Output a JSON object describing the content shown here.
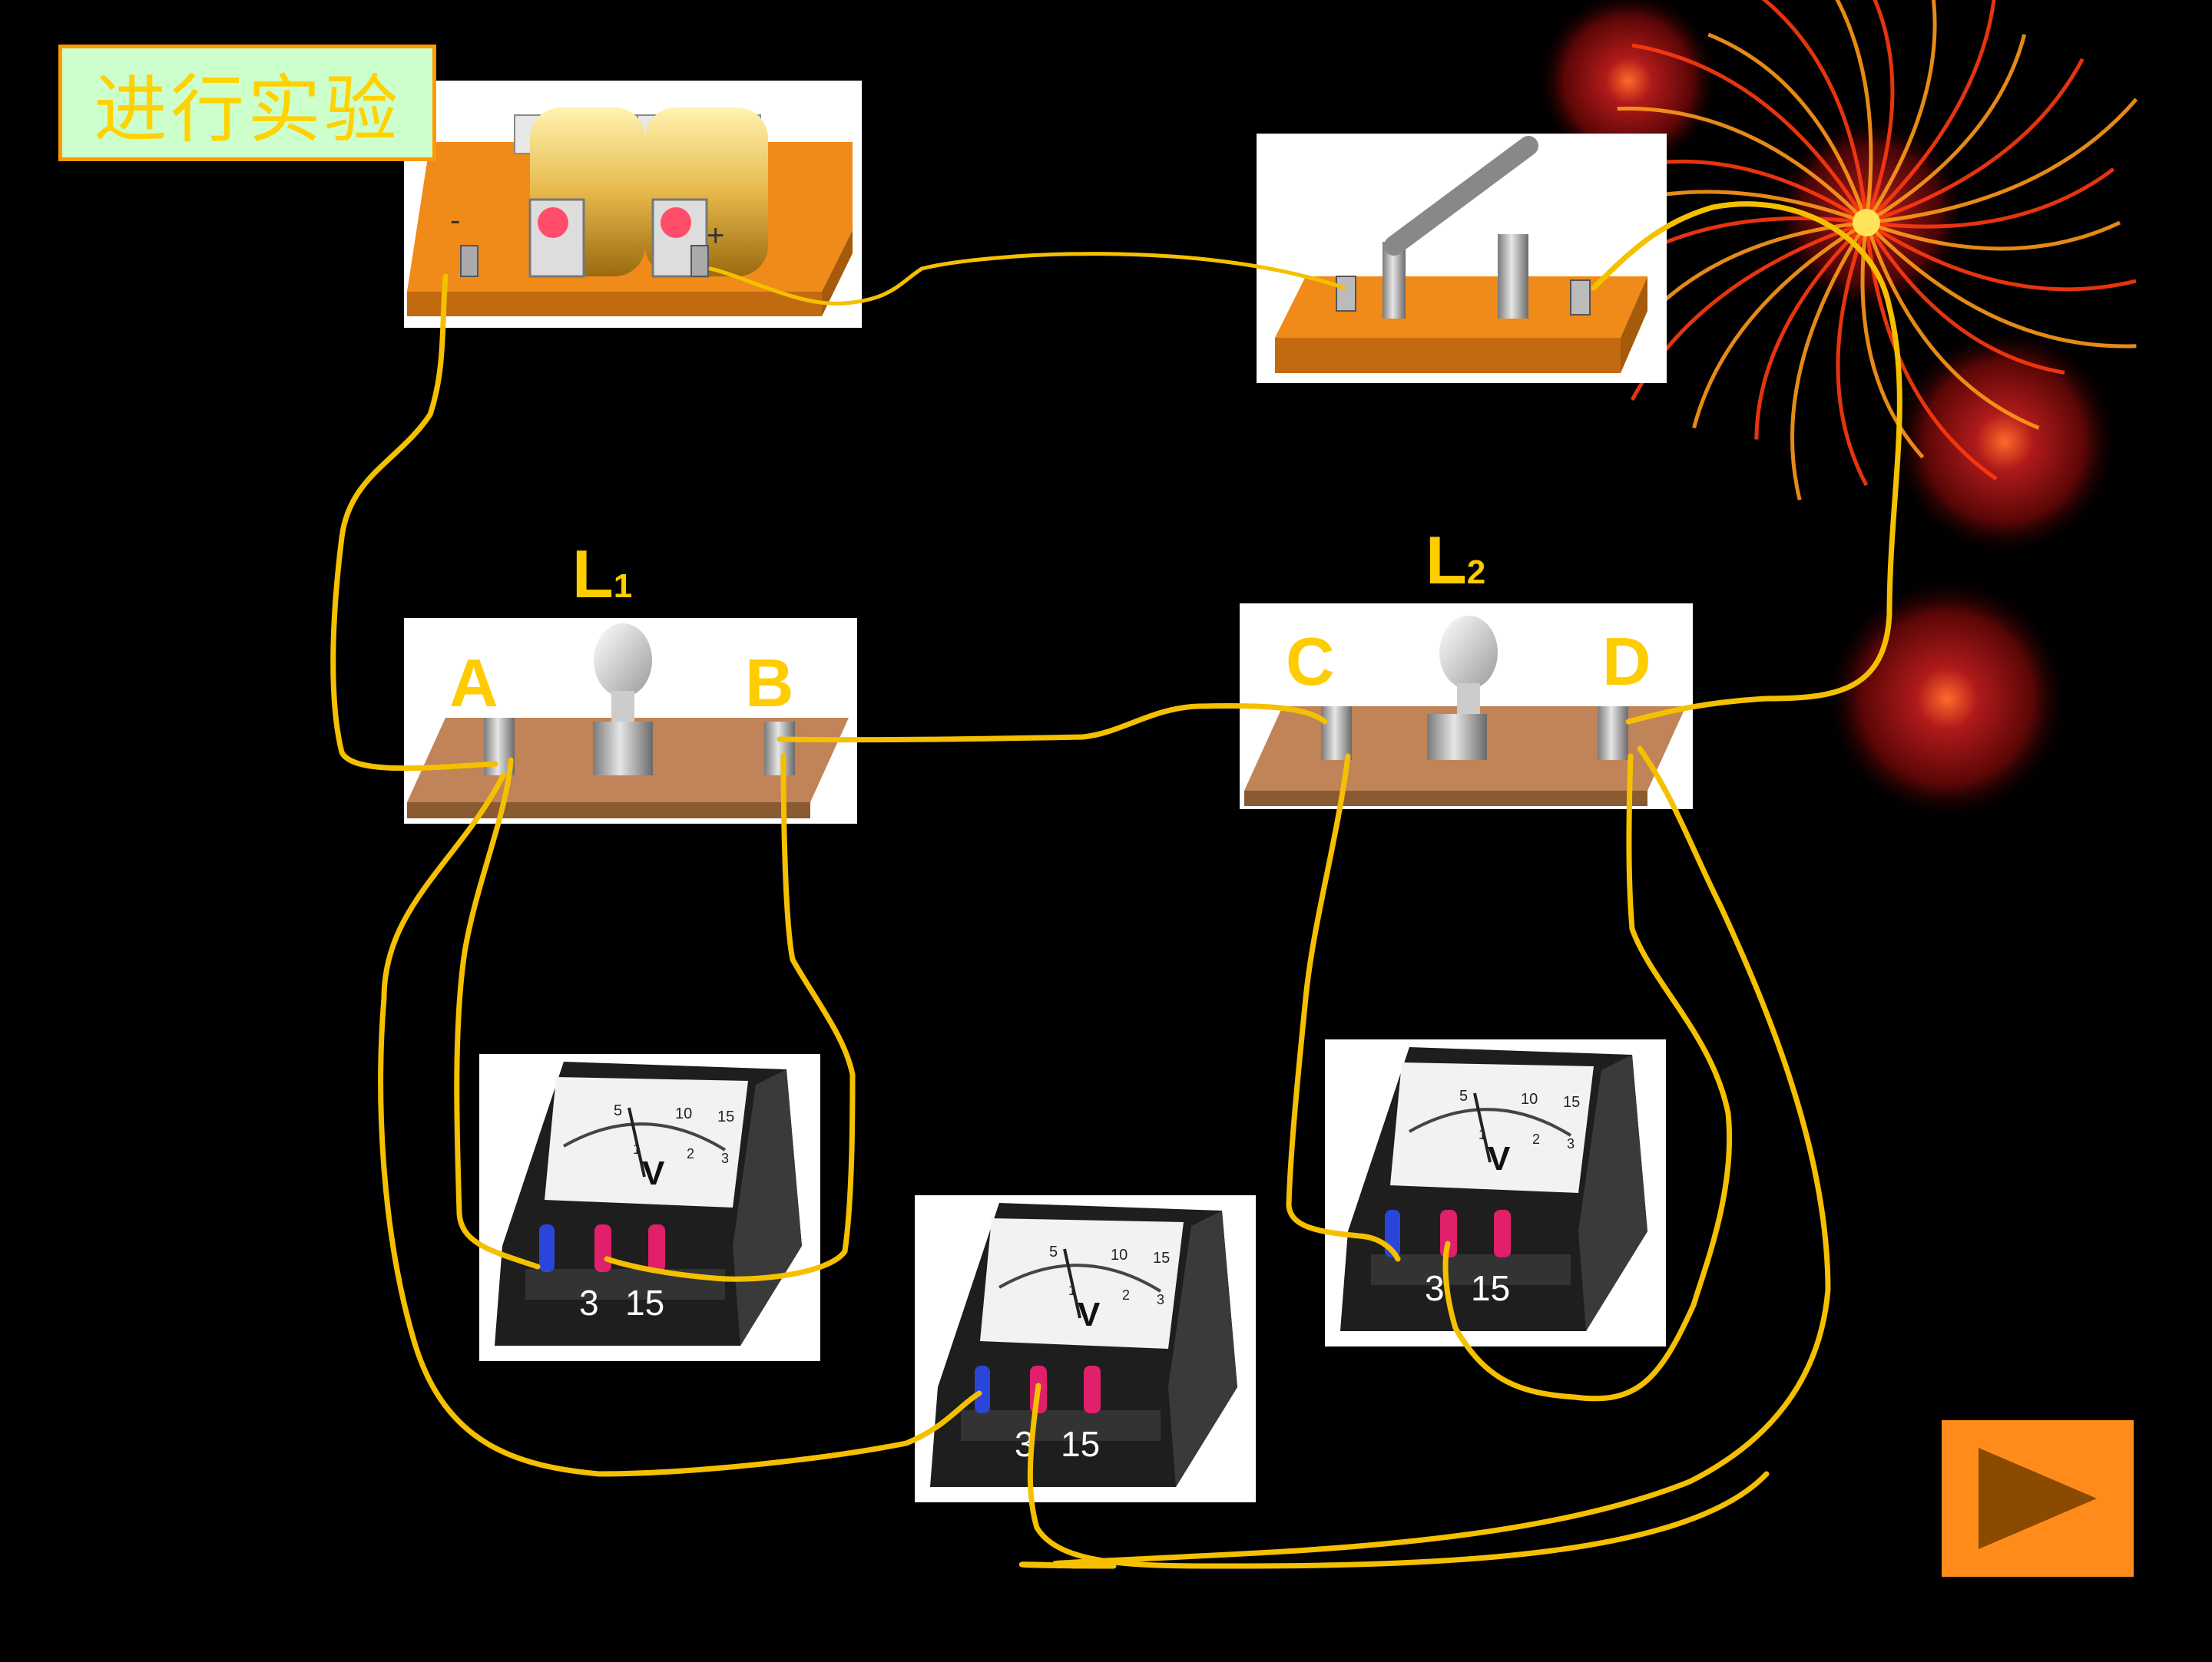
{
  "title": "进行实验",
  "bulbs": {
    "l1": {
      "letter": "L",
      "sub": "1"
    },
    "l2": {
      "letter": "L",
      "sub": "2"
    }
  },
  "terminals": {
    "a": "A",
    "b": "B",
    "c": "C",
    "d": "D"
  },
  "voltmeter": {
    "scale_top": [
      "5",
      "10",
      "15"
    ],
    "scale_bottom": [
      "1",
      "2",
      "3"
    ],
    "unit": "V",
    "ranges": [
      "3",
      "15"
    ]
  },
  "colors": {
    "wire": "#f5c000",
    "board": "#c08458",
    "base": "#f08a18",
    "accent": "#ff8c1a",
    "label": "#ffcc00"
  },
  "icons": {
    "next": "play-triangle-icon",
    "decoration": "firework-icon"
  }
}
